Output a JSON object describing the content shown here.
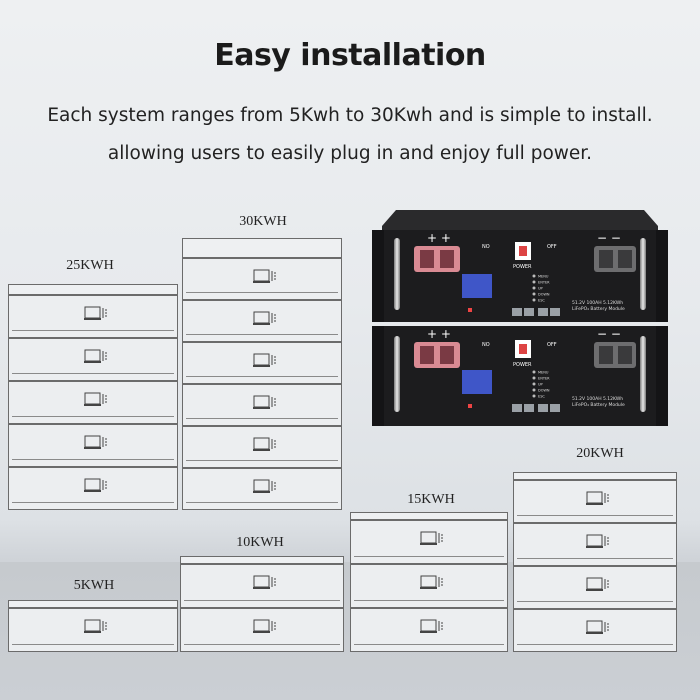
{
  "heading": "Easy installation",
  "description": {
    "line1": "Each system ranges from 5Kwh to 30Kwh and is simple to install.",
    "line2": "allowing users to easily plug in and enjoy full power."
  },
  "stacks": [
    {
      "label": "30KWH",
      "modules": 6
    },
    {
      "label": "25KWH",
      "modules": 5
    },
    {
      "label": "20KWH",
      "modules": 4
    },
    {
      "label": "15KWH",
      "modules": 3
    },
    {
      "label": "10KWH",
      "modules": 2
    },
    {
      "label": "5KWH",
      "modules": 1
    }
  ],
  "battery_unit": {
    "power_label": "POWER",
    "switch_off": "OFF",
    "switch_no": "NO",
    "menu_items": [
      "MENU",
      "ENTER",
      "UP",
      "DOWN",
      "ESC"
    ],
    "spec_line1": "51.2V 100AH 5.12KWh",
    "spec_line2": "LiFePO₄ Battery Module",
    "plus_symbol": "+ +",
    "minus_symbol": "− −"
  },
  "colors": {
    "chassis": "#1c1c1e",
    "positive_terminal": "#d98a93",
    "negative_terminal": "#6d6d6f",
    "lcd": "#3f56c8"
  }
}
